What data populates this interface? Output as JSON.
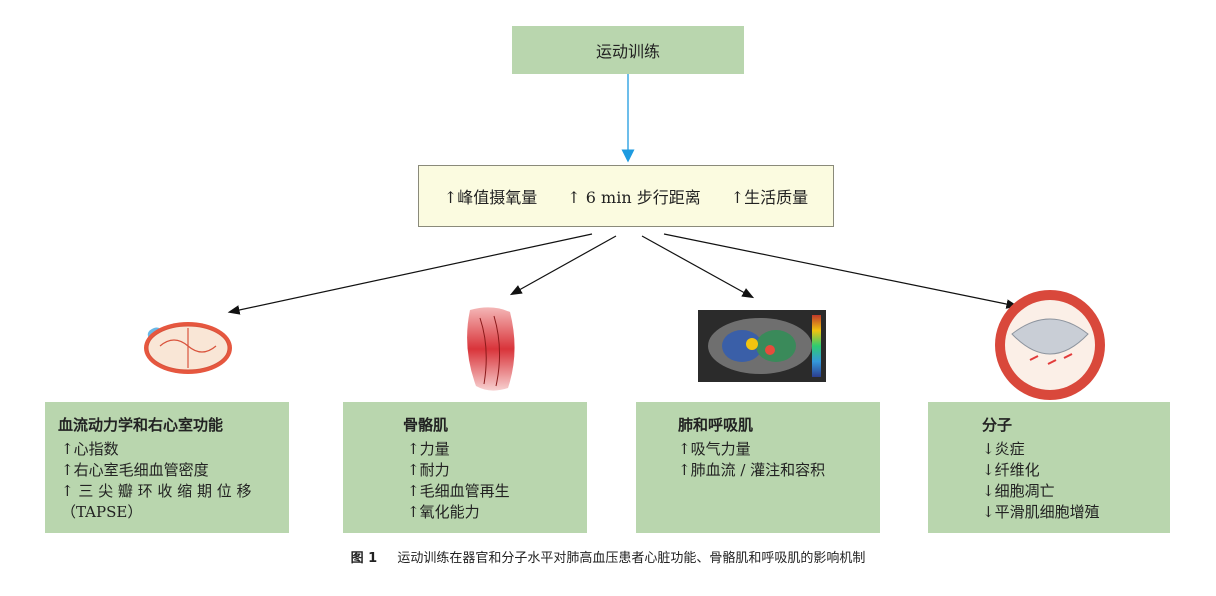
{
  "top": {
    "label": "运动训练"
  },
  "middle": {
    "items": [
      "↑峰值摄氧量",
      "↑ 6 min 步行距离",
      "↑生活质量"
    ]
  },
  "boxes": [
    {
      "title": "血流动力学和右心室功能",
      "lines": [
        "↑心指数",
        "↑右心室毛细血管密度",
        "↑ 三 尖 瓣 环 收 缩 期 位 移",
        "（TAPSE）"
      ]
    },
    {
      "title": "骨骼肌",
      "lines": [
        "↑力量",
        "↑耐力",
        "↑毛细血管再生",
        "↑氧化能力"
      ]
    },
    {
      "title": "肺和呼吸肌",
      "lines": [
        "↑吸气力量",
        "↑肺血流 / 灌注和容积"
      ]
    },
    {
      "title": "分子",
      "lines": [
        "↓炎症",
        "↓纤维化",
        "↓细胞凋亡",
        "↓平滑肌细胞增殖"
      ]
    }
  ],
  "caption": {
    "label": "图 1",
    "text": "运动训练在器官和分子水平对肺高血压患者心脏功能、骨骼肌和呼吸肌的影响机制"
  }
}
